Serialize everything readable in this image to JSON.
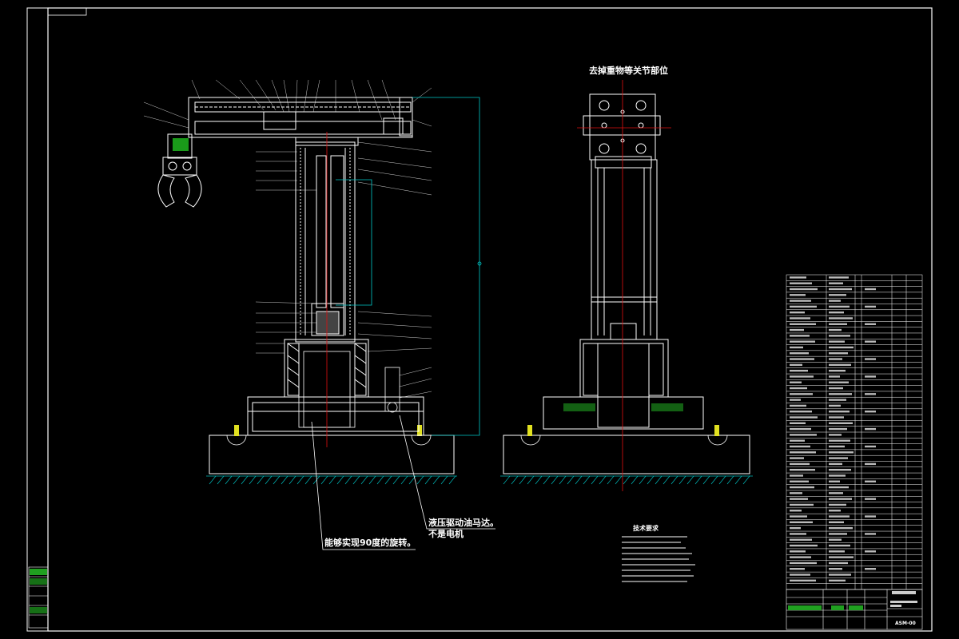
{
  "view_title": "去掉重物等关节部位",
  "annotations": {
    "rotation_note": "能够实现90度的旋转。",
    "hydraulic_note_line1": "液压驱动油马达。",
    "hydraulic_note_line2": "不是电机"
  },
  "tech_requirements": {
    "title": "技术要求"
  },
  "title_block": {
    "drawing_no": "ASM-00"
  },
  "colors": {
    "line": "#ffffff",
    "centerline": "#e01010",
    "leader": "#00c8c8",
    "hatch_ground": "#00b8b8",
    "part_green": "#20c020",
    "yellow": "#e0e020",
    "table_green": "#20a020"
  }
}
